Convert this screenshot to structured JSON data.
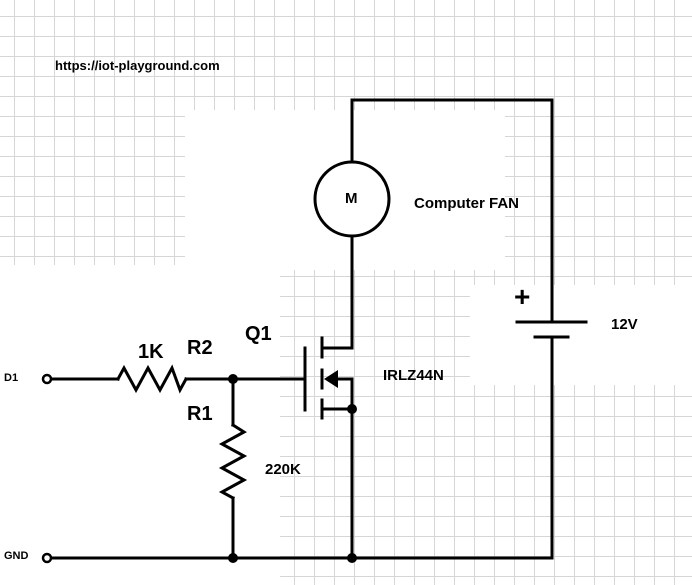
{
  "source_url": "https://iot-playground.com",
  "components": {
    "motor_symbol": "M",
    "motor_label": "Computer FAN",
    "battery_plus": "+",
    "battery_voltage": "12V",
    "transistor_ref": "Q1",
    "transistor_part": "IRLZ44N",
    "r2_value": "1K",
    "r2_ref": "R2",
    "r1_ref": "R1",
    "r1_value": "220K"
  },
  "pins": {
    "input": "D1",
    "ground": "GND"
  },
  "colors": {
    "wire": "#000000",
    "grid": "#d6d6d6",
    "background": "#ffffff"
  }
}
